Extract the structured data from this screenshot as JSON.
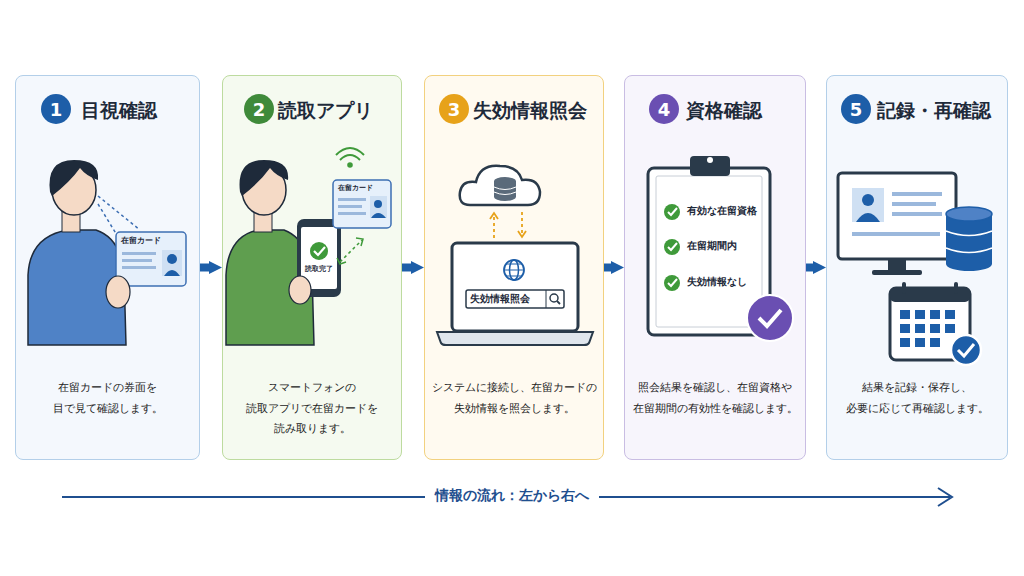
{
  "diagram": {
    "nodes": [
      {
        "text": [
          "目視確認",
          "在留カードの券面を 目で見て確認します。"
        ]
      },
      {
        "text": [
          "1"
        ],
        "in": 0
      },
      {
        "text": [
          "読取アプリ",
          "スマートフォンの 読取アプリで在留カードを 読み取ります。"
        ]
      },
      {
        "text": [
          "2"
        ],
        "in": 2
      },
      {
        "text": [
          "失効情報照会",
          "システムに接続し、在留カードの 失効情報を照会します。"
        ]
      },
      {
        "text": [
          "3"
        ],
        "in": 4
      },
      {
        "text": [
          "資格確認",
          "照会結果を確認し、在留資格や 在留期間の有効性を確認します。"
        ]
      },
      {
        "text": [
          "4"
        ],
        "in": 6
      },
      {
        "text": [
          "記録・再確認",
          "結果を記録・保存し、 必要に応じて再確認します。"
        ]
      },
      {
        "text": [
          "5"
        ],
        "in": 8
      }
    ],
    "edges": [
      {
        "from": 0,
        "to": 2,
        "arrow": "to"
      },
      {
        "from": 2,
        "to": 4,
        "arrow": "to"
      },
      {
        "from": 4,
        "to": 6,
        "arrow": "to"
      },
      {
        "from": 6,
        "to": 8,
        "arrow": "to"
      }
    ],
    "labels": [
      "在留カード",
      "在留カード",
      "読取完了",
      "失効情報照会",
      "有効な在留資格",
      "在留期間内",
      "失効情報なし",
      "情報の流れ：左から右へ"
    ]
  }
}
